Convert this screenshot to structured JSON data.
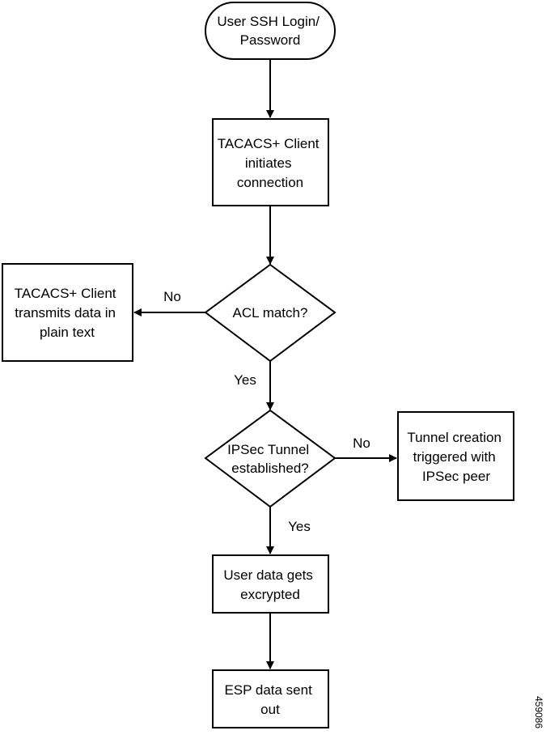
{
  "nodes": {
    "start": {
      "lines": [
        "User SSH Login/",
        "Password"
      ]
    },
    "initiate": {
      "lines": [
        "TACACS+ Client",
        "initiates",
        "connection"
      ]
    },
    "acl": {
      "lines": [
        "ACL match?"
      ]
    },
    "plaintext": {
      "lines": [
        "TACACS+ Client",
        "transmits data in",
        "plain text"
      ]
    },
    "tunnel_check": {
      "lines": [
        "IPSec Tunnel",
        "established?"
      ]
    },
    "tunnel_create": {
      "lines": [
        "Tunnel creation",
        "triggered with",
        "IPSec peer"
      ]
    },
    "encrypt": {
      "lines": [
        "User data gets",
        "excrypted"
      ]
    },
    "esp": {
      "lines": [
        "ESP data sent",
        "out"
      ]
    }
  },
  "edges": {
    "acl_no": "No",
    "acl_yes": "Yes",
    "tunnel_no": "No",
    "tunnel_yes": "Yes"
  },
  "figure_id": "459086"
}
